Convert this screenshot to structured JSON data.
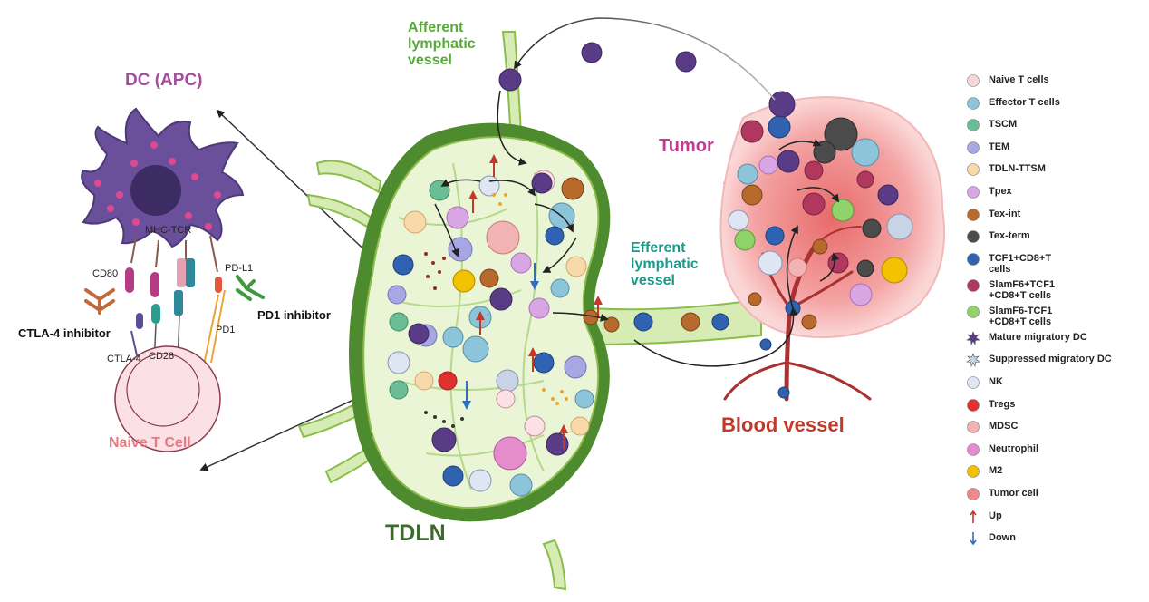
{
  "labels": {
    "dc_title": "DC (APC)",
    "afferent": "Afferent\nlymphatic\nvessel",
    "efferent": "Efferent\nlymphatic\nvessel",
    "tumor": "Tumor",
    "tdln": "TDLN",
    "blood_vessel": "Blood vessel",
    "naive_t_cell": "Naive T Cell",
    "ctla4_inhibitor": "CTLA-4 inhibitor",
    "pd1_inhibitor": "PD1 inhibitor",
    "mhc_tcr": "MHC-TCR",
    "cd80": "CD80",
    "cd28": "CD28",
    "ctla4": "CTLA-4",
    "pdl1": "PD-L1",
    "pd1": "PD1"
  },
  "colors": {
    "dc_title": "#a44d9f",
    "afferent": "#58a83c",
    "efferent": "#1a9a8a",
    "tumor": "#c23b93",
    "tdln": "#3d6b2c",
    "blood_vessel": "#c0392b",
    "naive_t_cell": "#e57b80",
    "up_arrow": "#c0392b",
    "down_arrow": "#2f6fc0"
  },
  "legend": [
    {
      "label": "Naive T cells",
      "icon": "naive-t-cell-icon",
      "color": "#f7d7dc"
    },
    {
      "label": "Effector T cells",
      "icon": "effector-t-cell-icon",
      "color": "#8cc4d9"
    },
    {
      "label": "TSCM",
      "icon": "tscm-icon",
      "color": "#6bbd95"
    },
    {
      "label": "TEM",
      "icon": "tem-icon",
      "color": "#a7a8e3"
    },
    {
      "label": "TDLN-TTSM",
      "icon": "tdln-ttsm-icon",
      "color": "#f8d9a9"
    },
    {
      "label": "Tpex",
      "icon": "tpex-icon",
      "color": "#d8a6e3"
    },
    {
      "label": "Tex-int",
      "icon": "tex-int-icon",
      "color": "#b8692c"
    },
    {
      "label": "Tex-term",
      "icon": "tex-term-icon",
      "color": "#4b4b4b"
    },
    {
      "label": "TCF1+CD8+T\ncells",
      "icon": "tcf1-cd8-t-cell-icon",
      "color": "#2f62b0"
    },
    {
      "label": "SlamF6+TCF1\n+CD8+T cells",
      "icon": "slamf6-pos-t-cell-icon",
      "color": "#b0385f"
    },
    {
      "label": "SlamF6-TCF1\n+CD8+T cells",
      "icon": "slamf6-neg-t-cell-icon",
      "color": "#8fd36a"
    },
    {
      "label": "Mature migratory DC",
      "icon": "mature-dc-icon",
      "color": "#5a3b86"
    },
    {
      "label": "Suppressed migratory DC",
      "icon": "suppressed-dc-icon",
      "color": "#c9d3e6"
    },
    {
      "label": "NK",
      "icon": "nk-icon",
      "color": "#dfe6f3"
    },
    {
      "label": "Tregs",
      "icon": "treg-icon",
      "color": "#e03030"
    },
    {
      "label": "MDSC",
      "icon": "mdsc-icon",
      "color": "#f1b3b3"
    },
    {
      "label": "Neutrophil",
      "icon": "neutrophil-icon",
      "color": "#e58ccd"
    },
    {
      "label": "M2",
      "icon": "m2-icon",
      "color": "#f2c200"
    },
    {
      "label": "Tumor cell",
      "icon": "tumor-cell-icon",
      "color": "#f08a8a"
    },
    {
      "label": "Up",
      "icon": "up-arrow-icon",
      "color": "#c0392b"
    },
    {
      "label": "Down",
      "icon": "down-arrow-icon",
      "color": "#2f6fc0"
    }
  ]
}
